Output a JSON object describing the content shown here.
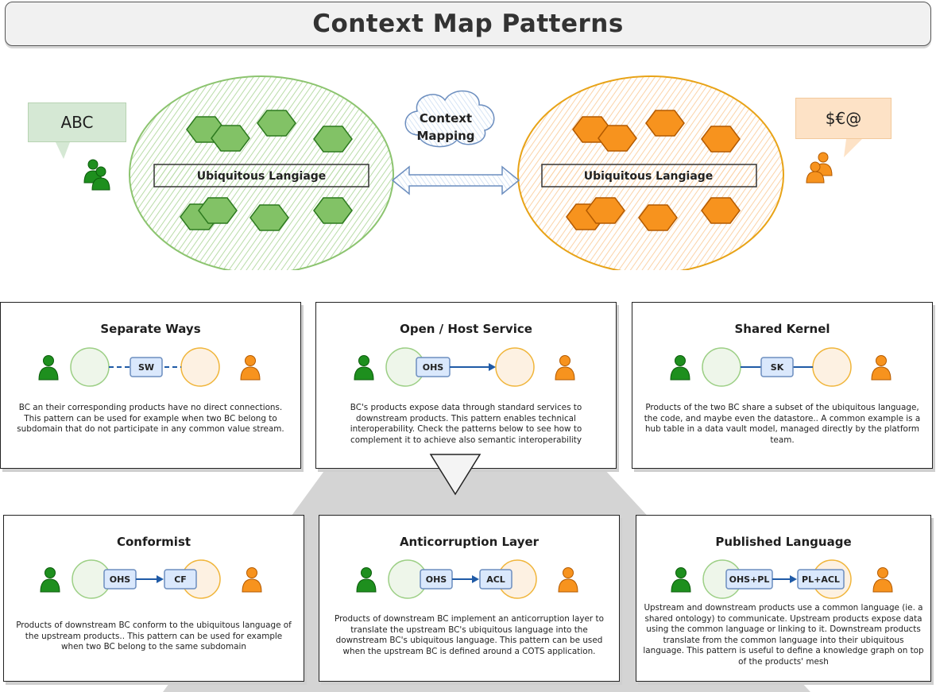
{
  "title": "Context Map Patterns",
  "hero": {
    "left_bubble": "ABC",
    "right_bubble": "$€@",
    "cloud_line1": "Context",
    "cloud_line2": "Mapping",
    "left_banner": "Ubiquitous Langiage",
    "right_banner": "Ubiquitous Langiage"
  },
  "colors": {
    "green_fill": "#82c266",
    "green_stroke": "#2d7a1f",
    "orange_fill": "#f7931e",
    "orange_stroke": "#b35a00",
    "link_blue": "#1f5aa6",
    "label_fill": "#dae8fc"
  },
  "patterns": [
    {
      "title": "Separate Ways",
      "labels": [
        "SW"
      ],
      "description": "BC an their corresponding products have no direct connections. This pattern can be used for example when two BC belong to subdomain that do not participate in any common value stream."
    },
    {
      "title": "Open / Host Service",
      "labels": [
        "OHS"
      ],
      "description": "BC's products expose data through standard services to downstream products. This pattern enables technical interoperability. Check the patterns below to see how to complement it to achieve also semantic interoperability"
    },
    {
      "title": "Shared Kernel",
      "labels": [
        "SK"
      ],
      "description": "Products of the two BC share a subset of the ubiquitous language, the code, and maybe even the datastore.. A common example is a hub table in a data vault model, managed directly by the platform team."
    },
    {
      "title": "Conformist",
      "labels": [
        "OHS",
        "CF"
      ],
      "description": "Products of downstream BC conform to the ubiquitous language of the upstream products.. This pattern can be used for example when two BC belong to the same subdomain"
    },
    {
      "title": "Anticorruption Layer",
      "labels": [
        "OHS",
        "ACL"
      ],
      "description": "Products of downstream BC implement an anticorruption layer to translate the upstream BC's ubiquitous language into the downstream BC's ubiquitous language. This pattern can be used when the upstream BC is defined around a COTS application."
    },
    {
      "title": "Published Language",
      "labels": [
        "OHS+PL",
        "PL+ACL"
      ],
      "description": "Upstream and downstream products use a common language (ie. a shared ontology) to communicate. Upstream products expose data using the common language or linking to it. Downstream products translate from the common language into their ubiquitous language. This pattern is useful to define a knowledge graph on top of the products' mesh"
    }
  ]
}
